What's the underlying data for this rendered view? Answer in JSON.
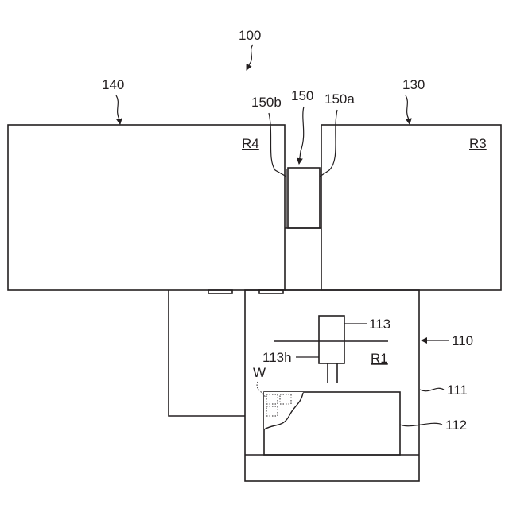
{
  "labels": {
    "system": "100",
    "module_left": "140",
    "module_right": "130",
    "transfer_unit": "150",
    "gate_a": "150a",
    "gate_b": "150b",
    "region_r4": "R4",
    "region_r3": "R3",
    "region_r1": "R1",
    "robot": "113",
    "robot_hand": "113h",
    "chamber_assembly": "110",
    "chamber": "111",
    "stage": "112",
    "wafer": "W"
  }
}
